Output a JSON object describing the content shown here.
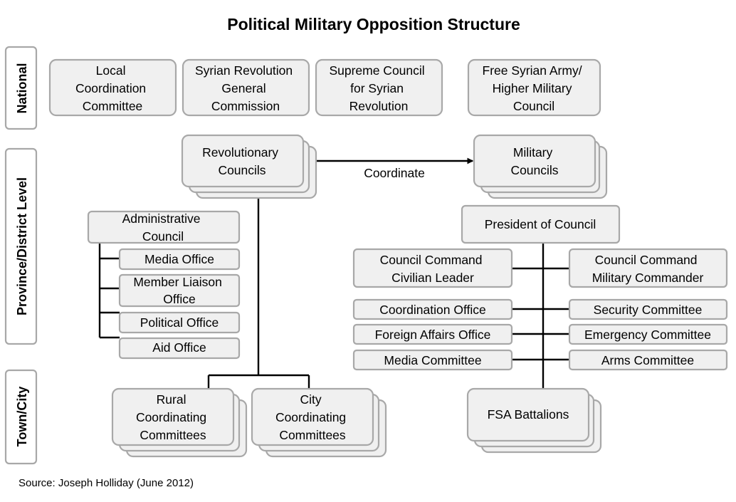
{
  "title": "Political Military Opposition Structure",
  "source": "Source: Joseph Holliday (June 2012)",
  "levels": {
    "national": "National",
    "province": "Province/District Level",
    "town": "Town/City"
  },
  "national": {
    "lcc": [
      "Local",
      "Coordination",
      "Committee"
    ],
    "srgc": [
      "Syrian Revolution",
      "General",
      "Commission"
    ],
    "scsr": [
      "Supreme Council",
      "for Syrian",
      "Revolution"
    ],
    "fsa": [
      "Free Syrian Army/",
      "Higher Military",
      "Council"
    ]
  },
  "province": {
    "revolutionary_councils": [
      "Revolutionary",
      "Councils"
    ],
    "military_councils": [
      "Military",
      "Councils"
    ],
    "coordinate": "Coordinate",
    "administrative_council": [
      "Administrative",
      "Council"
    ],
    "media_office": "Media  Office",
    "member_liaison": [
      "Member Liaison",
      "Office"
    ],
    "political_office": "Political Office",
    "aid_office": "Aid  Office",
    "president": "President of Council",
    "civilian_leader": [
      "Council Command",
      "Civilian Leader"
    ],
    "military_commander": [
      "Council Command",
      "Military Commander"
    ],
    "coordination_office": "Coordination Office",
    "security_committee": "Security Committee",
    "foreign_affairs": "Foreign Affairs Office",
    "emergency_committee": "Emergency Committee",
    "media_committee": "Media Committee",
    "arms_committee": "Arms Committee"
  },
  "town": {
    "rural": [
      "Rural",
      "Coordinating",
      "Committees"
    ],
    "city": [
      "City",
      "Coordinating",
      "Committees"
    ],
    "fsa_battalions": "FSA Battalions"
  }
}
